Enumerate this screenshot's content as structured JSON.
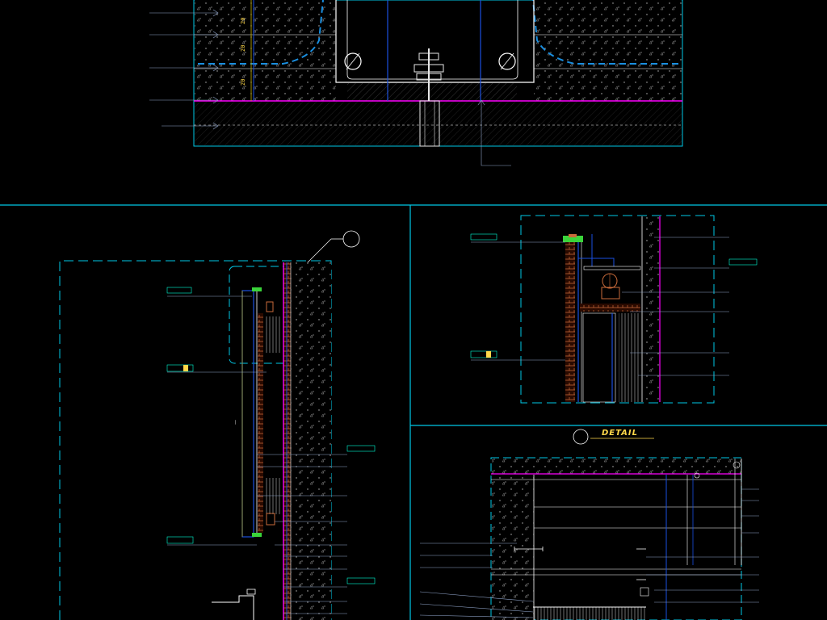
{
  "watermark": "",
  "top_detail": {
    "left_notes": [
      "",
      "",
      "",
      "",
      ""
    ],
    "bottom_notes": [
      "",
      ""
    ],
    "dimensions": [
      "20",
      "20",
      "20"
    ]
  },
  "left_panel": {
    "callout_symbol": "",
    "tag_labels": [
      "",
      "",
      "",
      ""
    ],
    "notes": [
      "",
      "",
      "",
      "",
      "",
      "",
      "",
      "",
      "",
      "",
      "",
      "",
      ""
    ]
  },
  "mid_panel": {
    "tag_labels": [
      "",
      "",
      ""
    ],
    "notes": [
      "",
      "",
      "",
      "",
      "",
      ""
    ]
  },
  "bottom_right_panel": {
    "detail_title": "DETAIL",
    "detail_scale": "",
    "right_notes": [
      "",
      "",
      "",
      "",
      "",
      "",
      "",
      ""
    ],
    "left_notes": [
      "",
      "",
      "",
      "",
      "",
      ""
    ]
  },
  "colors": {
    "background": "#000000",
    "panel_border": "#00c8e6",
    "slab_line": "#ff00ff",
    "structure": "#ffffff",
    "dimension": "#ffd84a",
    "leader": "#8fa3c8",
    "note": "#d9a66b"
  }
}
